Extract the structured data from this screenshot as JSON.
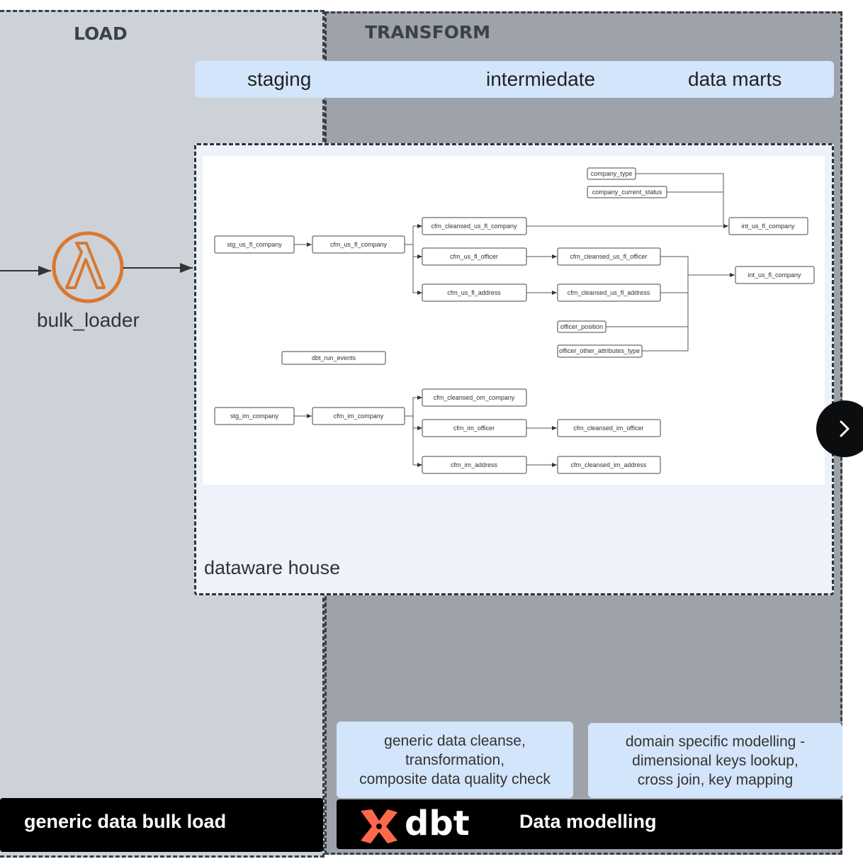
{
  "sections": {
    "load_title": "LOAD",
    "transform_title": "TRANSFORM"
  },
  "layers": {
    "staging": "staging",
    "intermediate": "intermiedate",
    "marts": "data marts"
  },
  "loader": {
    "label": "bulk_loader",
    "icon": "lambda-icon",
    "color": "#d9782f"
  },
  "warehouse": {
    "label": "dataware house"
  },
  "dag": {
    "nodes": [
      {
        "id": "company_type",
        "label": "company_type"
      },
      {
        "id": "company_current_status",
        "label": "company_current_status"
      },
      {
        "id": "cfm_cleansed_us_fl_company",
        "label": "cfm_cleansed_us_fl_company"
      },
      {
        "id": "int_us_fl_company_1",
        "label": "int_us_fl_company"
      },
      {
        "id": "stg_us_fl_company",
        "label": "stg_us_fl_company"
      },
      {
        "id": "cfm_us_fl_company",
        "label": "cfm_us_fl_company"
      },
      {
        "id": "cfm_us_fl_officer",
        "label": "cfm_us_fl_officer"
      },
      {
        "id": "cfm_cleansed_us_fl_officer",
        "label": "cfm_cleansed_us_fl_officer"
      },
      {
        "id": "int_us_fl_company_2",
        "label": "int_us_fl_company"
      },
      {
        "id": "cfm_us_fl_address",
        "label": "cfm_us_fl_address"
      },
      {
        "id": "cfm_cleansed_us_fl_address",
        "label": "cfm_cleansed_us_fl_address"
      },
      {
        "id": "officer_position",
        "label": "officer_position"
      },
      {
        "id": "officer_other_attributes_type",
        "label": "officer_other_attributes_type"
      },
      {
        "id": "dbt_run_events",
        "label": "dbt_run_events"
      },
      {
        "id": "cfm_cleansed_om_company",
        "label": "cfm_cleansed_om_company"
      },
      {
        "id": "stg_im_company",
        "label": "stg_im_company"
      },
      {
        "id": "cfm_im_company",
        "label": "cfm_im_company"
      },
      {
        "id": "cfm_im_officer",
        "label": "cfm_im_officer"
      },
      {
        "id": "cfm_cleansed_im_officer",
        "label": "cfm_cleansed_im_officer"
      },
      {
        "id": "cfm_im_address",
        "label": "cfm_im_address"
      },
      {
        "id": "cfm_cleansed_im_address",
        "label": "cfm_cleansed_im_address"
      }
    ]
  },
  "notes": {
    "cleanse": "generic data cleanse,\ntransformation,\ncomposite data quality check",
    "domain": "domain specific modelling -\ndimensional keys lookup,\ncross join, key mapping"
  },
  "footer": {
    "load_label": "generic data bulk load",
    "dbt_logo_text": "dbt",
    "dbt_color": "#ff694b",
    "modelling_label": "Data modelling"
  },
  "nav": {
    "icon": "chevron-right-icon"
  }
}
